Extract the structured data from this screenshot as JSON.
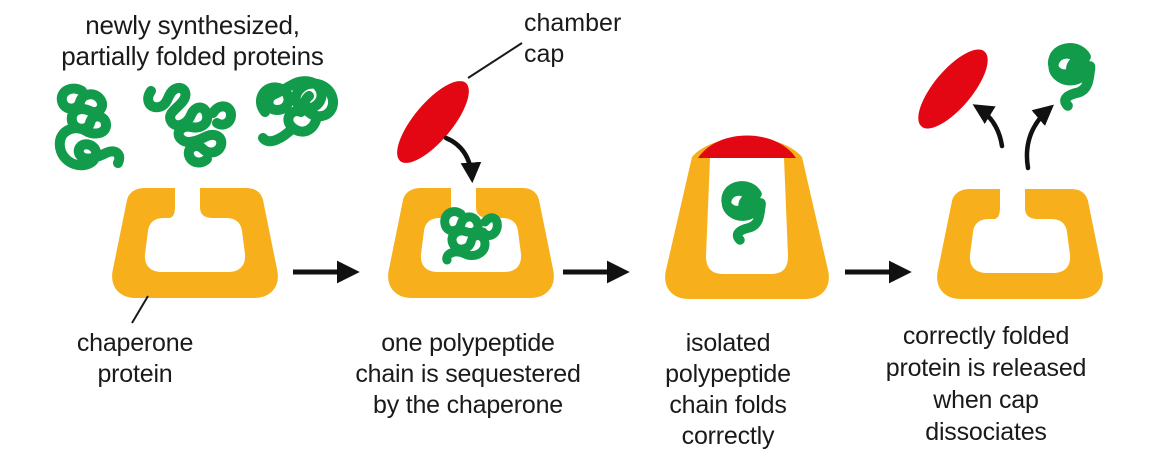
{
  "title": "newly synthesized,\npartially folded proteins",
  "annotations": {
    "chamber_cap": "chamber\ncap"
  },
  "stages": [
    {
      "label": "chaperone\nprotein"
    },
    {
      "label": "one polypeptide\nchain is sequestered\nby the chaperone"
    },
    {
      "label": "isolated\npolypeptide\nchain folds\ncorrectly"
    },
    {
      "label": "correctly folded\nprotein is released\nwhen cap\ndissociates"
    }
  ],
  "colors": {
    "chaperone": "#F7B01B",
    "cap": "#E30613",
    "protein": "#129B4B",
    "text": "#1A1A1A",
    "arrow": "#111111"
  }
}
